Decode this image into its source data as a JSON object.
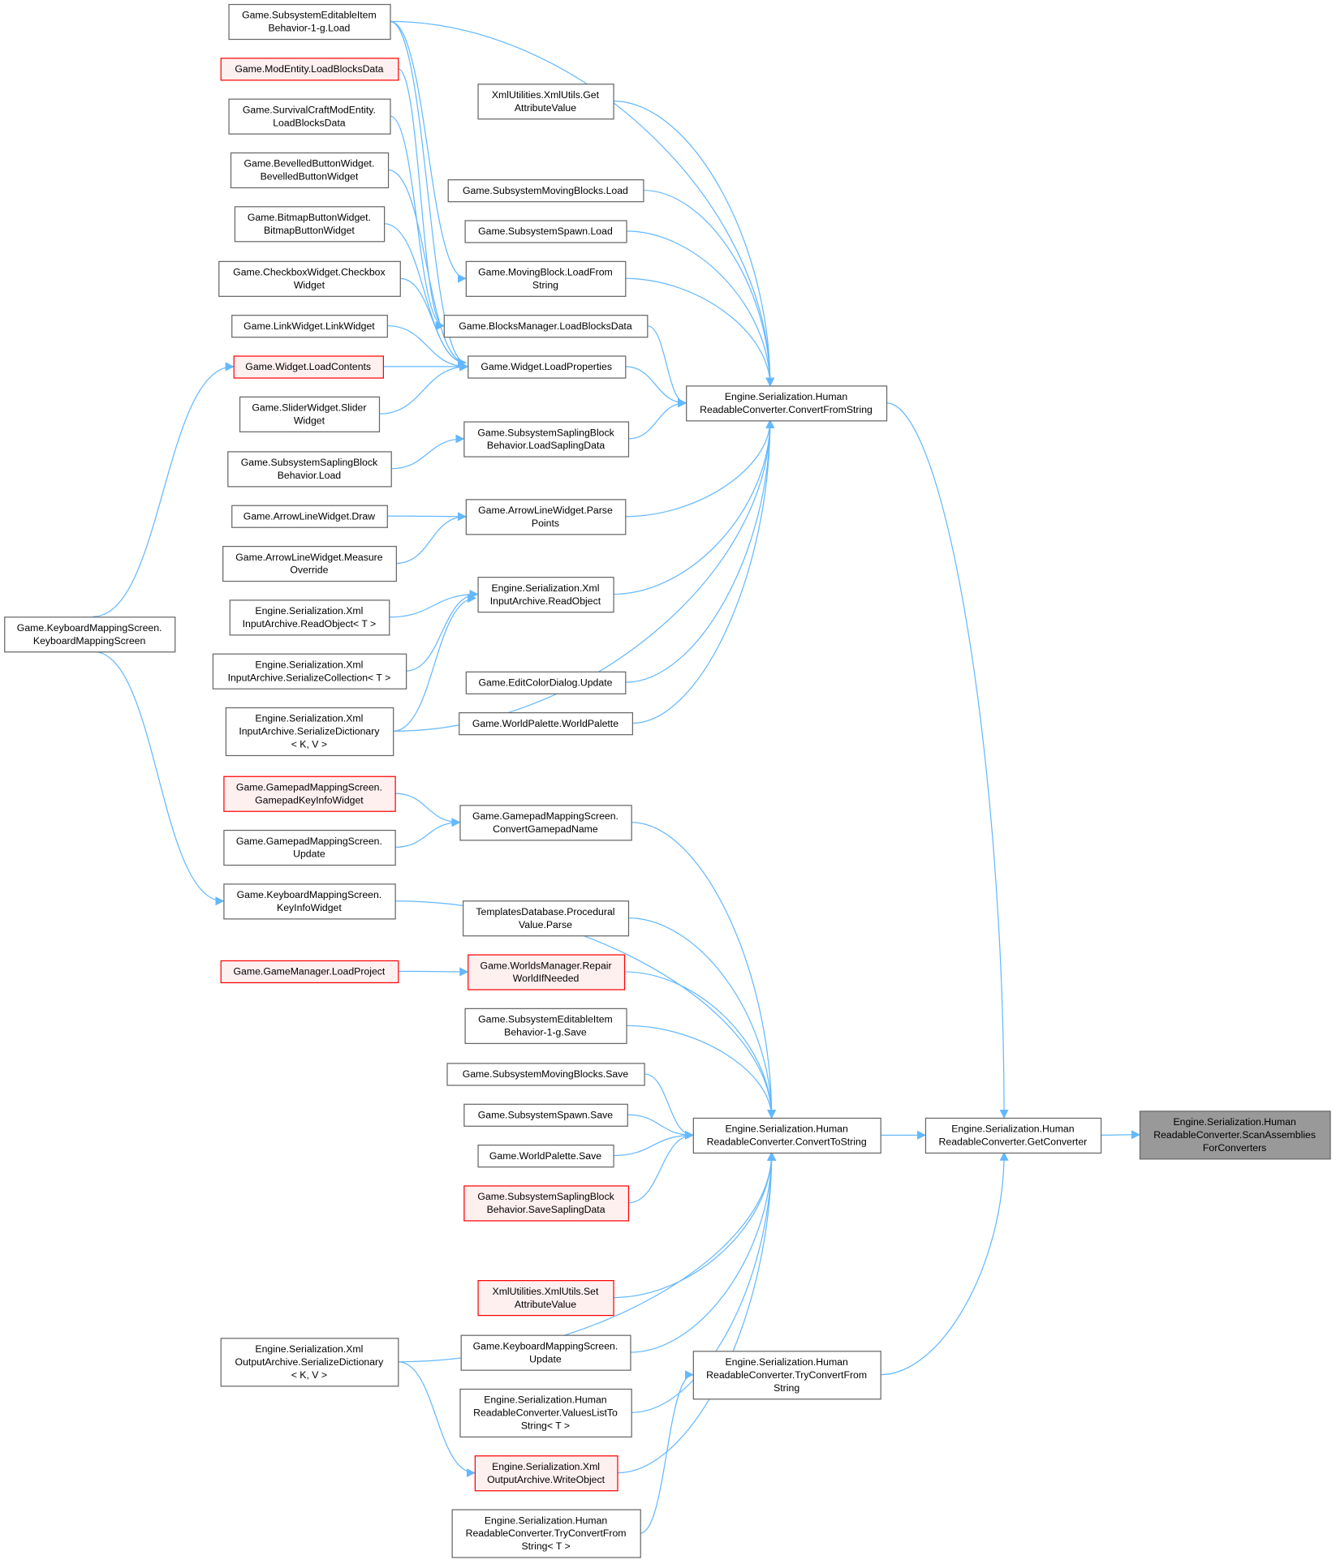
{
  "colors": {
    "edge": "#63b8ff",
    "border": "#666666",
    "highlight_border": "#ff0000",
    "highlight_fill": "#fff0f0",
    "root_fill": "#999999"
  },
  "nodes": [
    {
      "id": "n1",
      "lines": [
        "Game.SubsystemEditableItem",
        "Behavior-1-g.Load"
      ]
    },
    {
      "id": "n2",
      "lines": [
        "Game.ModEntity.LoadBlocksData"
      ],
      "red": true
    },
    {
      "id": "n3",
      "lines": [
        "Game.SurvivalCraftModEntity.",
        "LoadBlocksData"
      ]
    },
    {
      "id": "n4",
      "lines": [
        "Game.BevelledButtonWidget.",
        "BevelledButtonWidget"
      ]
    },
    {
      "id": "n5",
      "lines": [
        "Game.BitmapButtonWidget.",
        "BitmapButtonWidget"
      ]
    },
    {
      "id": "n6",
      "lines": [
        "Game.CheckboxWidget.Checkbox",
        "Widget"
      ]
    },
    {
      "id": "n7",
      "lines": [
        "Game.LinkWidget.LinkWidget"
      ]
    },
    {
      "id": "n8",
      "lines": [
        "Game.Widget.LoadContents"
      ],
      "red": true
    },
    {
      "id": "n9",
      "lines": [
        "Game.SliderWidget.Slider",
        "Widget"
      ]
    },
    {
      "id": "n10",
      "lines": [
        "Game.SubsystemSaplingBlock",
        "Behavior.Load"
      ]
    },
    {
      "id": "n11",
      "lines": [
        "Game.ArrowLineWidget.Draw"
      ]
    },
    {
      "id": "n12",
      "lines": [
        "Game.ArrowLineWidget.Measure",
        "Override"
      ]
    },
    {
      "id": "n13",
      "lines": [
        "Engine.Serialization.Xml",
        "InputArchive.ReadObject< T >"
      ]
    },
    {
      "id": "n14",
      "lines": [
        "Engine.Serialization.Xml",
        "InputArchive.SerializeCollection< T >"
      ]
    },
    {
      "id": "n15",
      "lines": [
        "Engine.Serialization.Xml",
        "InputArchive.SerializeDictionary",
        "< K, V >"
      ]
    },
    {
      "id": "n16",
      "lines": [
        "Game.GamepadMappingScreen.",
        "GamepadKeyInfoWidget"
      ],
      "red": true
    },
    {
      "id": "n17",
      "lines": [
        "Game.GamepadMappingScreen.",
        "Update"
      ]
    },
    {
      "id": "n18",
      "lines": [
        "Game.KeyboardMappingScreen.",
        "KeyInfoWidget"
      ]
    },
    {
      "id": "n19",
      "lines": [
        "Game.GameManager.LoadProject"
      ],
      "red": true
    },
    {
      "id": "n20",
      "lines": [
        "Engine.Serialization.Xml",
        "OutputArchive.SerializeDictionary",
        "< K, V >"
      ]
    },
    {
      "id": "n21",
      "lines": [
        "Game.KeyboardMappingScreen.",
        "KeyboardMappingScreen"
      ]
    },
    {
      "id": "m1",
      "lines": [
        "XmlUtilities.XmlUtils.Get",
        "AttributeValue"
      ]
    },
    {
      "id": "m2",
      "lines": [
        "Game.SubsystemMovingBlocks.Load"
      ]
    },
    {
      "id": "m3",
      "lines": [
        "Game.SubsystemSpawn.Load"
      ]
    },
    {
      "id": "m4",
      "lines": [
        "Game.MovingBlock.LoadFrom",
        "String"
      ]
    },
    {
      "id": "m5",
      "lines": [
        "Game.BlocksManager.LoadBlocksData"
      ]
    },
    {
      "id": "m6",
      "lines": [
        "Game.Widget.LoadProperties"
      ]
    },
    {
      "id": "m7",
      "lines": [
        "Game.SubsystemSaplingBlock",
        "Behavior.LoadSaplingData"
      ]
    },
    {
      "id": "m8",
      "lines": [
        "Game.ArrowLineWidget.Parse",
        "Points"
      ]
    },
    {
      "id": "m9",
      "lines": [
        "Engine.Serialization.Xml",
        "InputArchive.ReadObject"
      ]
    },
    {
      "id": "m10",
      "lines": [
        "Game.EditColorDialog.Update"
      ]
    },
    {
      "id": "m11",
      "lines": [
        "Game.WorldPalette.WorldPalette"
      ]
    },
    {
      "id": "m12",
      "lines": [
        "Game.GamepadMappingScreen.",
        "ConvertGamepadName"
      ]
    },
    {
      "id": "m13",
      "lines": [
        "TemplatesDatabase.Procedural",
        "Value.Parse"
      ]
    },
    {
      "id": "m14",
      "lines": [
        "Game.WorldsManager.Repair",
        "WorldIfNeeded"
      ],
      "red": true
    },
    {
      "id": "m15",
      "lines": [
        "Game.SubsystemEditableItem",
        "Behavior-1-g.Save"
      ]
    },
    {
      "id": "m16",
      "lines": [
        "Game.SubsystemMovingBlocks.Save"
      ]
    },
    {
      "id": "m17",
      "lines": [
        "Game.SubsystemSpawn.Save"
      ]
    },
    {
      "id": "m18",
      "lines": [
        "Game.WorldPalette.Save"
      ]
    },
    {
      "id": "m19",
      "lines": [
        "Game.SubsystemSaplingBlock",
        "Behavior.SaveSaplingData"
      ],
      "red": true
    },
    {
      "id": "m20",
      "lines": [
        "XmlUtilities.XmlUtils.Set",
        "AttributeValue"
      ],
      "red": true
    },
    {
      "id": "m21",
      "lines": [
        "Game.KeyboardMappingScreen.",
        "Update"
      ]
    },
    {
      "id": "m22",
      "lines": [
        "Engine.Serialization.Human",
        "ReadableConverter.ValuesListTo",
        "String< T >"
      ]
    },
    {
      "id": "m23",
      "lines": [
        "Engine.Serialization.Xml",
        "OutputArchive.WriteObject"
      ],
      "red": true
    },
    {
      "id": "m24",
      "lines": [
        "Engine.Serialization.Human",
        "ReadableConverter.TryConvertFrom",
        "String< T >"
      ]
    },
    {
      "id": "c1",
      "lines": [
        "Engine.Serialization.Human",
        "ReadableConverter.ConvertFromString"
      ]
    },
    {
      "id": "c2",
      "lines": [
        "Engine.Serialization.Human",
        "ReadableConverter.ConvertToString"
      ]
    },
    {
      "id": "c3",
      "lines": [
        "Engine.Serialization.Human",
        "ReadableConverter.TryConvertFrom",
        "String"
      ]
    },
    {
      "id": "g",
      "lines": [
        "Engine.Serialization.Human",
        "ReadableConverter.GetConverter"
      ]
    },
    {
      "id": "s",
      "lines": [
        "Engine.Serialization.Human",
        "ReadableConverter.ScanAssemblies",
        "ForConverters"
      ],
      "root": true
    }
  ],
  "edges": [
    [
      "n1",
      "m4"
    ],
    [
      "n1",
      "c1"
    ],
    [
      "n1",
      "m6"
    ],
    [
      "n2",
      "m5"
    ],
    [
      "n3",
      "m5"
    ],
    [
      "n4",
      "m6"
    ],
    [
      "n5",
      "m6"
    ],
    [
      "n6",
      "m6"
    ],
    [
      "n7",
      "m6"
    ],
    [
      "n8",
      "m6"
    ],
    [
      "n9",
      "m6"
    ],
    [
      "n10",
      "m7"
    ],
    [
      "n11",
      "m8"
    ],
    [
      "n12",
      "m8"
    ],
    [
      "n13",
      "m9"
    ],
    [
      "n14",
      "m9"
    ],
    [
      "n15",
      "m9"
    ],
    [
      "n15",
      "c1"
    ],
    [
      "n21",
      "n8"
    ],
    [
      "n21",
      "n18"
    ],
    [
      "n16",
      "m12"
    ],
    [
      "n17",
      "m12"
    ],
    [
      "n18",
      "c2"
    ],
    [
      "n19",
      "m14"
    ],
    [
      "n20",
      "c2"
    ],
    [
      "n20",
      "m23"
    ],
    [
      "m1",
      "c1"
    ],
    [
      "m2",
      "c1"
    ],
    [
      "m3",
      "c1"
    ],
    [
      "m4",
      "c1"
    ],
    [
      "m5",
      "c1"
    ],
    [
      "m6",
      "c1"
    ],
    [
      "m7",
      "c1"
    ],
    [
      "m8",
      "c1"
    ],
    [
      "m9",
      "c1"
    ],
    [
      "m10",
      "c1"
    ],
    [
      "m11",
      "c1"
    ],
    [
      "m12",
      "c2"
    ],
    [
      "m13",
      "c2"
    ],
    [
      "m14",
      "c2"
    ],
    [
      "m15",
      "c2"
    ],
    [
      "m16",
      "c2"
    ],
    [
      "m17",
      "c2"
    ],
    [
      "m18",
      "c2"
    ],
    [
      "m19",
      "c2"
    ],
    [
      "m20",
      "c2"
    ],
    [
      "m21",
      "c2"
    ],
    [
      "m22",
      "c2"
    ],
    [
      "m23",
      "c2"
    ],
    [
      "m24",
      "c3"
    ],
    [
      "c1",
      "g"
    ],
    [
      "c2",
      "g"
    ],
    [
      "c3",
      "g"
    ],
    [
      "g",
      "s"
    ]
  ]
}
